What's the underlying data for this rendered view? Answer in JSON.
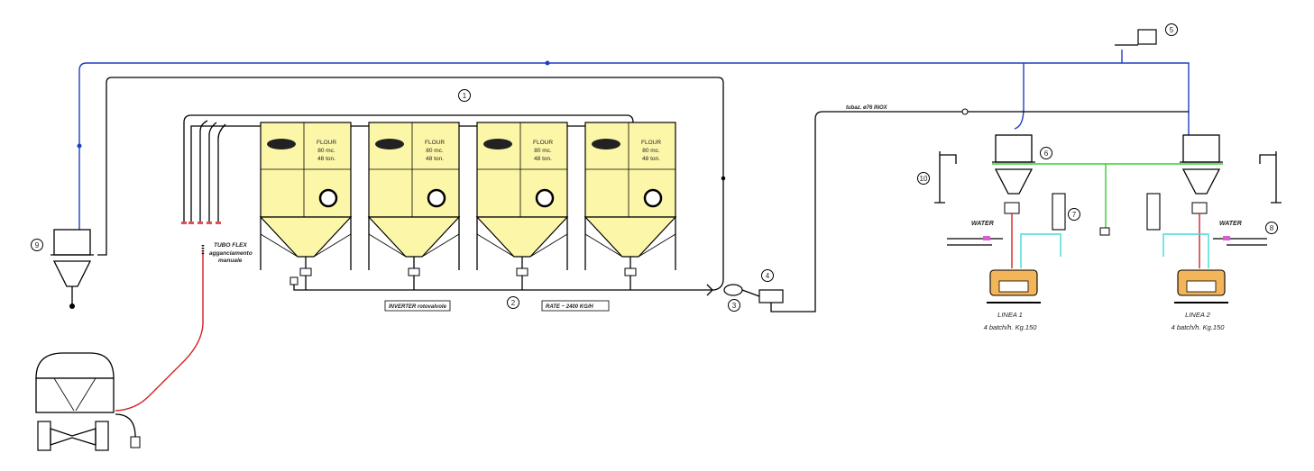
{
  "colors": {
    "silo_fill": "#fcf7a8",
    "air_line": "#1f3fbf",
    "flex_line": "#d42020",
    "water_line": "#40d8d8",
    "signal_line": "#30d030",
    "hopper_fill": "#f3b55a",
    "valve": "#e05ad8"
  },
  "labels": {
    "n1": "1",
    "n2": "2",
    "n3": "3",
    "n4": "4",
    "n5": "5",
    "n6": "6",
    "n7": "7",
    "n8": "8",
    "n9": "9",
    "n10": "10",
    "tubo_flex": "TUBO FLEX",
    "aggancio": "agganciamento",
    "manuale": "manuale",
    "inverter": "INVERTER rotovalvole",
    "rate": "RATE ~ 2400 KG/H",
    "tubaz": "tubaz. ø76 INOX",
    "water1": "WATER",
    "water2": "WATER",
    "linea1": "LINEA 1",
    "linea2": "LINEA 2",
    "batch1": "4 batch/h. Kg.150",
    "batch2": "4 batch/h. Kg.150"
  },
  "silos": [
    {
      "product": "FLOUR",
      "volume": "80 mc.",
      "weight": "48 ton."
    },
    {
      "product": "FLOUR",
      "volume": "80 mc.",
      "weight": "48 ton."
    },
    {
      "product": "FLOUR",
      "volume": "80 mc.",
      "weight": "48 ton."
    },
    {
      "product": "FLOUR",
      "volume": "80 mc.",
      "weight": "48 ton."
    }
  ]
}
